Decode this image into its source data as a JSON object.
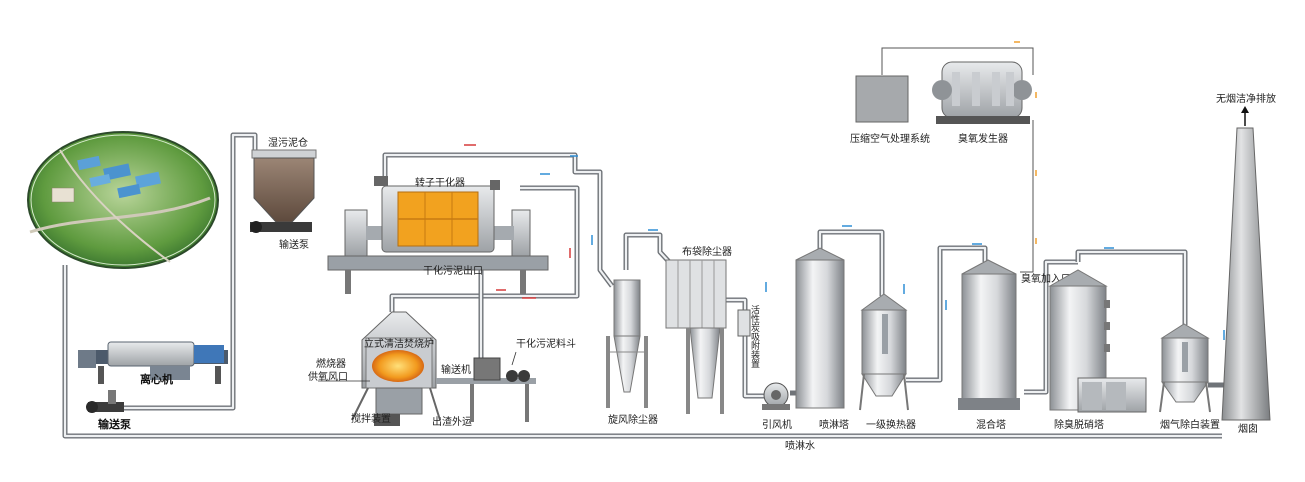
{
  "colors": {
    "pipe": "#6f7378",
    "tank": "#c9ccd0",
    "flame": "#f29a1e",
    "marker_blue": "#2f8fd6",
    "marker_red": "#d63a3a"
  },
  "labels": {
    "wet_sludge_bin": "湿污泥仓",
    "pump_top": "输送泵",
    "rotor_dryer": "转子干化器",
    "dried_sludge_outlet": "干化污泥出口",
    "incinerator": "立式清洁焚烧炉",
    "burner": "燃烧器",
    "air_inlet": "供氧风口",
    "stirring_device": "搅拌装置",
    "slag_out": "出渣外运",
    "conveyor": "输送机",
    "dried_sludge_hopper": "干化污泥料斗",
    "centrifuge": "离心机",
    "pump_bottom": "输送泵",
    "cyclone": "旋风除尘器",
    "bag_filter": "布袋除尘器",
    "activated_carbon": "活性炭吸附装置",
    "induced_fan": "引风机",
    "spray_tower": "喷淋塔",
    "spray_water": "喷淋水",
    "heat_exchanger": "一级换热器",
    "mixing_tower": "混合塔",
    "ozone_inlet": "臭氧加入口",
    "denitration_tower": "除臭脱硝塔",
    "whitening_device": "烟气除白装置",
    "chimney": "烟囱",
    "clean_discharge": "无烟洁净排放",
    "compressed_air": "压缩空气处理系统",
    "ozone_generator": "臭氧发生器"
  }
}
